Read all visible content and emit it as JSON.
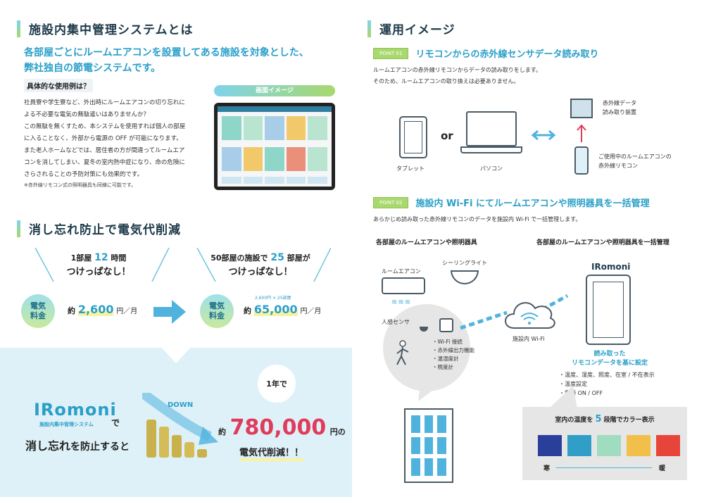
{
  "section1": {
    "title": "施設内集中管理システムとは",
    "lead_line1": "各部屋ごとにルームエアコンを設置してある施設を対象とした、",
    "lead_line2": "弊社独自の節電システムです。",
    "question": "具体的な使用例は？",
    "body": [
      "社員寮や学生寮など、外出時にルームエアコンの切り忘れに",
      "よる不必要な電気の無駄遣いはありませんか？",
      "この無駄を無くすため、本システムを使用すれば個人の部屋",
      "に入ることなく、外部から電源の OFF が可能になります。",
      "また老人ホームなどでは、居住者の方が間違ってルームエア",
      "コンを消してしまい、夏冬の室内熱中症になり、命の危険に",
      "さらされることの予防対策にも効果的です。"
    ],
    "note": "※赤外線リモコン式の照明器具も同様に可能です。",
    "screen_label": "画面イメージ"
  },
  "section2": {
    "title": "消し忘れ防止で電気代削減",
    "left_top_prefix": "1部屋",
    "left_top_num": "12",
    "left_top_suffix": "時間",
    "left_top_line2": "つけっぱなし！",
    "right_top_prefix": "50部屋の施設で",
    "right_top_num": "25",
    "right_top_suffix": "部屋が",
    "right_top_line2": "つけっぱなし！",
    "circle_label": "電気料金",
    "left_prefix": "約",
    "left_value": "2,600",
    "left_unit": "円／月",
    "right_small": "2,600円 × 25部屋",
    "right_prefix": "約",
    "right_value": "65,000",
    "right_unit": "円／月"
  },
  "banner": {
    "logo": "IRomoni",
    "logo_sub": "施設内集中管理システム",
    "de": "で",
    "line2_a": "消し忘れ",
    "line2_b": "を防止すると",
    "down": "DOWN",
    "yearly": "1年で",
    "amount_prefix": "約",
    "amount": "780,000",
    "amount_unit": "円の",
    "result": "電気代削減！！"
  },
  "section3": {
    "title": "運用イメージ",
    "point1_badge": "POINT 01",
    "point1_title": "リモコンからの赤外線センサデータ読み取り",
    "point1_text1": "ルームエアコンの赤外線リモコンからデータの読み取りをします。",
    "point1_text2": "そのため、ルームエアコンの取り換えは必要ありません。",
    "tablet": "タブレット",
    "or": "or",
    "pc": "パソコン",
    "reader_line1": "赤外線データ",
    "reader_line2": "読み取り装置",
    "remote_line1": "ご使用中のルームエアコンの",
    "remote_line2": "赤外線リモコン",
    "point2_badge": "POINT 02",
    "point2_title": "施設内 Wi-Fi にてルームエアコンや照明器具を一括管理",
    "point2_text": "あらかじめ読み取った赤外線リモコンのデータを施設内 Wi-Fi で一括管理します。",
    "left_head": "各部屋のルームエアコンや照明器具",
    "right_head": "各部屋のルームエアコンや照明器具を一括管理",
    "aircon": "ルームエアコン",
    "ceiling": "シーリングライト",
    "sensor": "人感センサ",
    "features": [
      "・Wi-Fi 接続",
      "・赤外線出力機能",
      "・温湿度計",
      "・照度計"
    ],
    "wifi": "施設内 Wi-Fi",
    "app": "IRomoni",
    "read_line1": "読み取った",
    "read_line2": "リモコンデータを基に設定",
    "bullets": [
      "・温度、湿度、照度、在室 / 不在表示",
      "・温度設定",
      "・電源 ON / OFF"
    ],
    "temp_title_a": "室内の温度を",
    "temp_title_num": "5",
    "temp_title_b": "段階でカラー表示",
    "cold": "寒",
    "warm": "暖",
    "temp_colors": [
      "#2a3f9c",
      "#2f9fc8",
      "#9fdcc0",
      "#f2c04a",
      "#e8453a"
    ]
  }
}
